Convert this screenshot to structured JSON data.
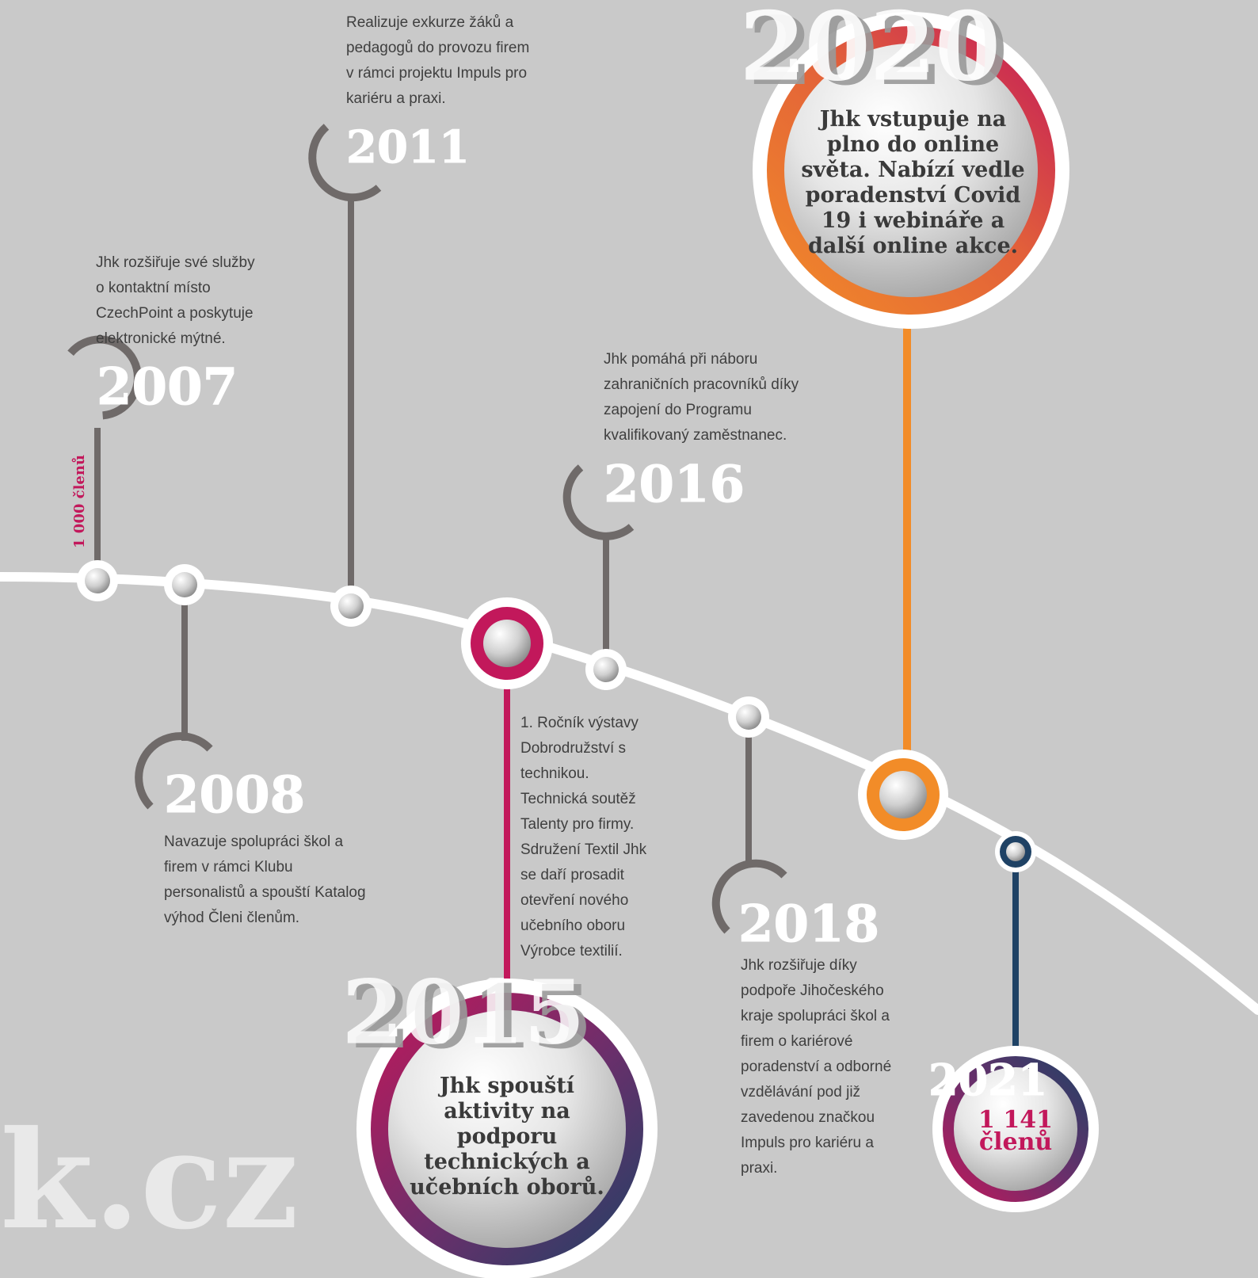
{
  "milestones": {
    "y2007": {
      "year": "2007",
      "text": "Jhk rozšiřuje své služby\no kontaktní místo\nCzechPoint a poskytuje\nelektronické mýtné.",
      "members": "1 000 členů"
    },
    "y2008": {
      "year": "2008",
      "text": "Navazuje spolupráci škol a\nfirem v rámci Klubu\npersonalistů a spouští Katalog\nvýhod Členi členům."
    },
    "y2011": {
      "year": "2011",
      "text": "Realizuje exkurze žáků a\npedagogů do provozu firem\nv rámci projektu Impuls pro\nkariéru a praxi."
    },
    "y2015": {
      "year": "2015",
      "text": "1. Ročník výstavy\nDobrodružství s\ntechnikou.\nTechnická soutěž\nTalenty pro firmy.\nSdružení Textil Jhk\nse daří prosadit\notevření nového\nučebního oboru\nVýrobce textilií.",
      "bubble": "Jhk spouští\naktivity na\npodporu\ntechnických a\nučebních oborů."
    },
    "y2016": {
      "year": "2016",
      "text": "Jhk pomáhá při náboru\nzahraničních pracovníků díky\nzapojení do Programu\nkvalifikovaný zaměstnanec."
    },
    "y2018": {
      "year": "2018",
      "text": "Jhk rozšiřuje díky\npodpoře Jihočeského\nkraje spolupráci škol a\nfirem o kariérové\nporadenství a odborné\nvzdělávání pod již\nzavedenou značkou\nImpuls pro kariéru a\npraxi."
    },
    "y2020": {
      "year": "2020",
      "bubble": "Jhk vstupuje na\nplno do online\nsvěta. Nabízí vedle\nporadenství Covid\n19 i webináře a\ndalší online akce."
    },
    "y2021": {
      "year": "2021",
      "bubble": "1 141\nčlenů"
    }
  },
  "logo": "k.cz",
  "colors": {
    "background": "#c9c9c9",
    "line": "#ffffff",
    "grey": "#6f6a69",
    "magenta": "#c2185b",
    "orange": "#f28c28",
    "navy": "#1f4265"
  }
}
